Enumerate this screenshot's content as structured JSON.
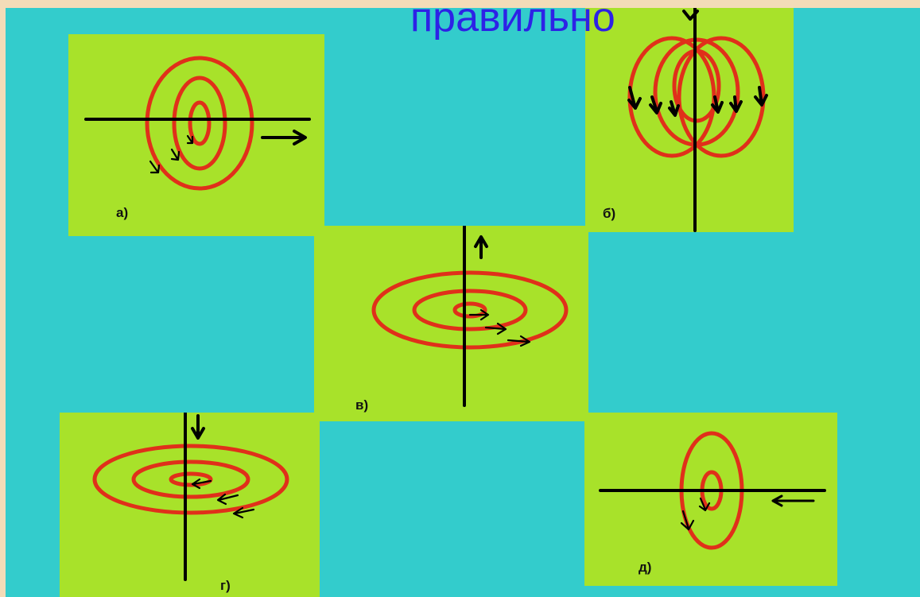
{
  "title": "правильно",
  "panels": {
    "a": {
      "label": "а)"
    },
    "b": {
      "label": "б)"
    },
    "v": {
      "label": "в)"
    },
    "g": {
      "label": "г)"
    },
    "d": {
      "label": "д)"
    }
  },
  "colors": {
    "background": "#33cccc",
    "panel": "#a8e22a",
    "field_lines": "#e0301a",
    "title": "#2d22e6",
    "frame": "#f3dcb8"
  }
}
